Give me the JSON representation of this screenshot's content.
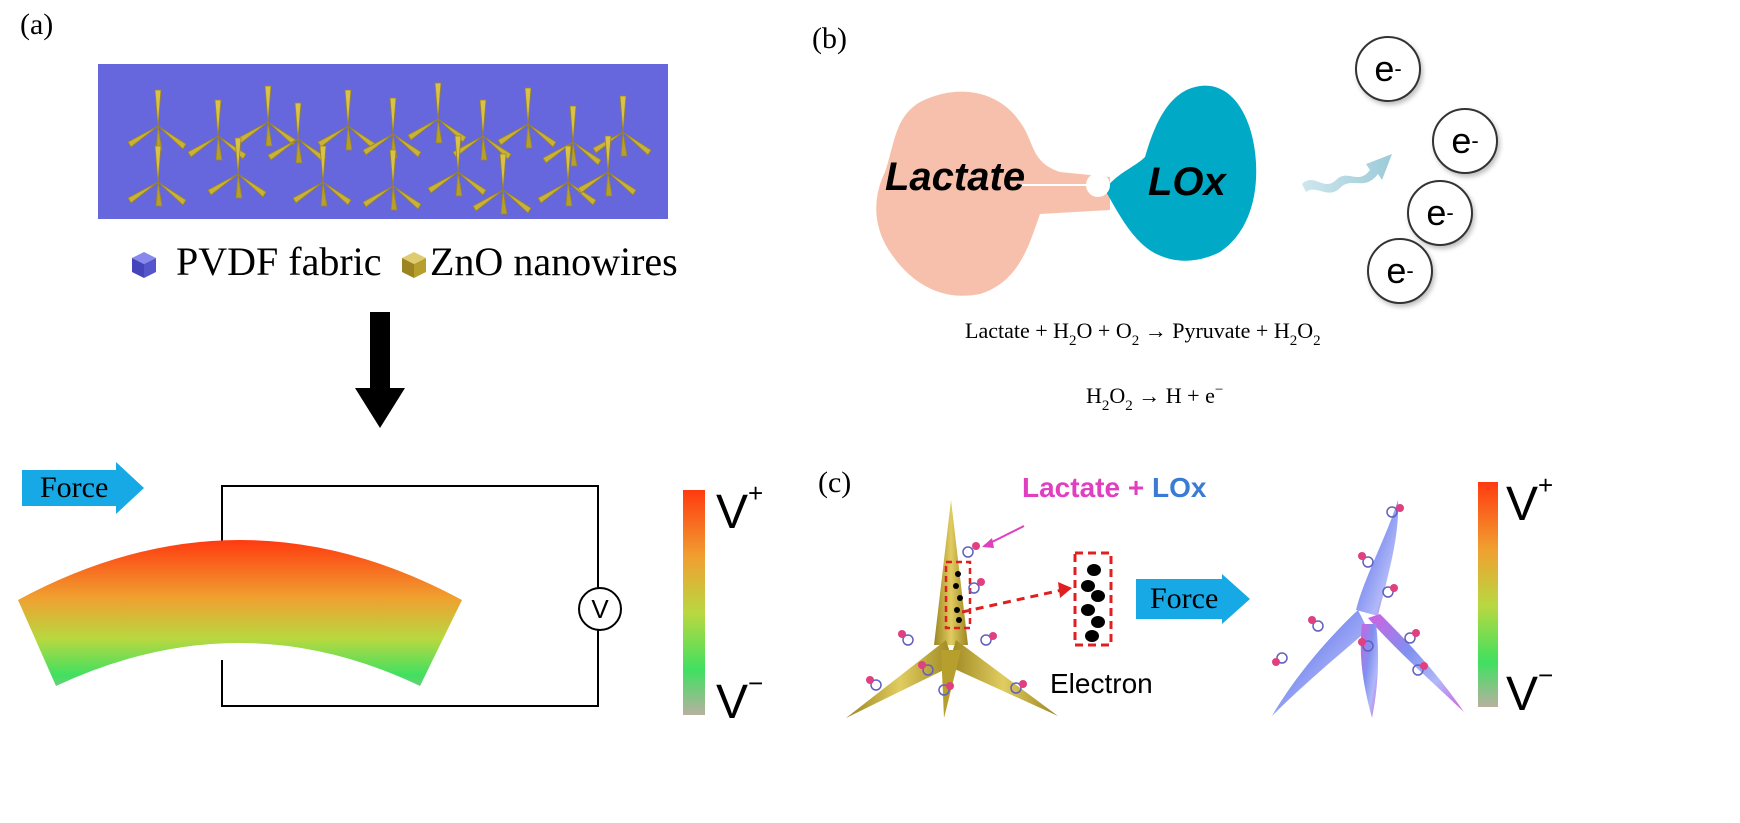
{
  "panels": {
    "a": {
      "label": "(a)"
    },
    "b": {
      "label": "(b)"
    },
    "c": {
      "label": "(c)"
    }
  },
  "legend": {
    "pvdf": "PVDF fabric",
    "zno": "ZnO nanowires"
  },
  "force": {
    "a_label": "Force",
    "c_label": "Force"
  },
  "voltmeter": {
    "symbol": "V"
  },
  "scale": {
    "v_plus_base": "V",
    "v_plus_sup": "+",
    "v_minus_base": "V",
    "v_minus_sup": "−"
  },
  "enzyme": {
    "lactate": "Lactate",
    "lox": "LOx"
  },
  "electron_symbol": {
    "base": "e",
    "sup": "-"
  },
  "equations": {
    "eq1": {
      "p1": "Lactate + H",
      "s1": "2",
      "p2": "O + O",
      "s2": "2",
      "p3": " → Pyruvate + H",
      "s3": "2",
      "p4": "O",
      "s4": "2"
    },
    "eq2": {
      "p1": "H",
      "s1": "2",
      "p2": "O",
      "s2": "2",
      "p3": " → H + e",
      "sup": "−"
    }
  },
  "panel_c": {
    "lactate": "Lactate",
    "plus": " + ",
    "lox": "LOx",
    "electron": "Electron"
  },
  "colors": {
    "pvdf_fabric": "#6666dd",
    "zno": "#c9b23a",
    "force_arrow": "#17a9e6",
    "lactate_blob": "#f7c0ac",
    "lox_blob": "#00a9c6",
    "lactate_text_c": "#e040c0",
    "lox_text_c": "#3a7bd5"
  }
}
